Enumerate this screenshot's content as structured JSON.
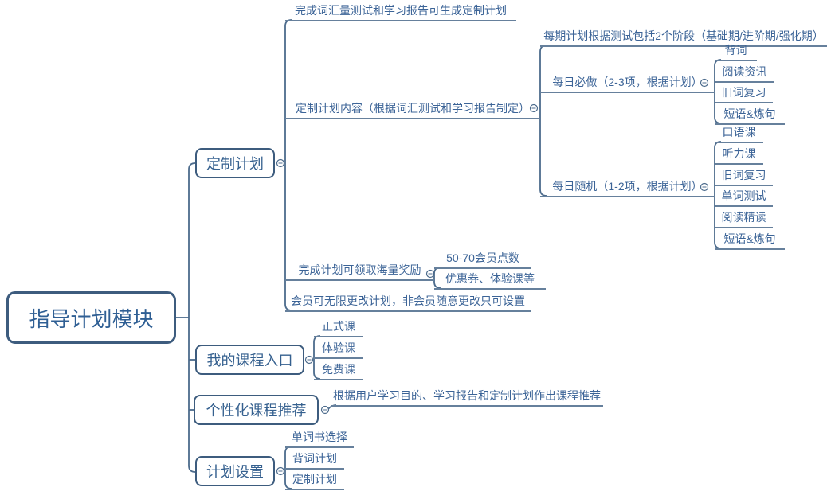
{
  "app": {
    "type": "mind-map"
  },
  "colors": {
    "background": "#ffffff",
    "line": "#4c6b8c",
    "underline": "#66809c",
    "box_border": "#3d5c7e",
    "text": "#3c6497"
  },
  "root": {
    "label": "指导计划模块"
  },
  "topics": [
    {
      "label": "定制计划",
      "children": [
        {
          "label": "完成词汇量测试和学习报告可生成定制计划"
        },
        {
          "label": "定制计划内容（根据词汇测试和学习报告制定）",
          "children": [
            {
              "label": "每期计划根据测试包括2个阶段（基础期/进阶期/强化期）"
            },
            {
              "label": "每日必做（2-3项，根据计划）",
              "children": [
                {
                  "label": "背词"
                },
                {
                  "label": "阅读资讯"
                },
                {
                  "label": "旧词复习"
                },
                {
                  "label": "短语&炼句"
                }
              ]
            },
            {
              "label": "每日随机（1-2项，根据计划）",
              "children": [
                {
                  "label": "口语课"
                },
                {
                  "label": "听力课"
                },
                {
                  "label": "旧词复习"
                },
                {
                  "label": "单词测试"
                },
                {
                  "label": "阅读精读"
                },
                {
                  "label": "短语&炼句"
                }
              ]
            }
          ]
        },
        {
          "label": "完成计划可领取海量奖励",
          "children": [
            {
              "label": "50-70会员点数"
            },
            {
              "label": "优惠券、体验课等"
            }
          ]
        },
        {
          "label": "会员可无限更改计划，非会员随意更改只可设置"
        }
      ]
    },
    {
      "label": "我的课程入口",
      "children": [
        {
          "label": "正式课"
        },
        {
          "label": "体验课"
        },
        {
          "label": "免费课"
        }
      ]
    },
    {
      "label": "个性化课程推荐",
      "children": [
        {
          "label": "根据用户学习目的、学习报告和定制计划作出课程推荐"
        }
      ]
    },
    {
      "label": "计划设置",
      "children": [
        {
          "label": "单词书选择"
        },
        {
          "label": "背词计划"
        },
        {
          "label": "定制计划"
        }
      ]
    }
  ]
}
